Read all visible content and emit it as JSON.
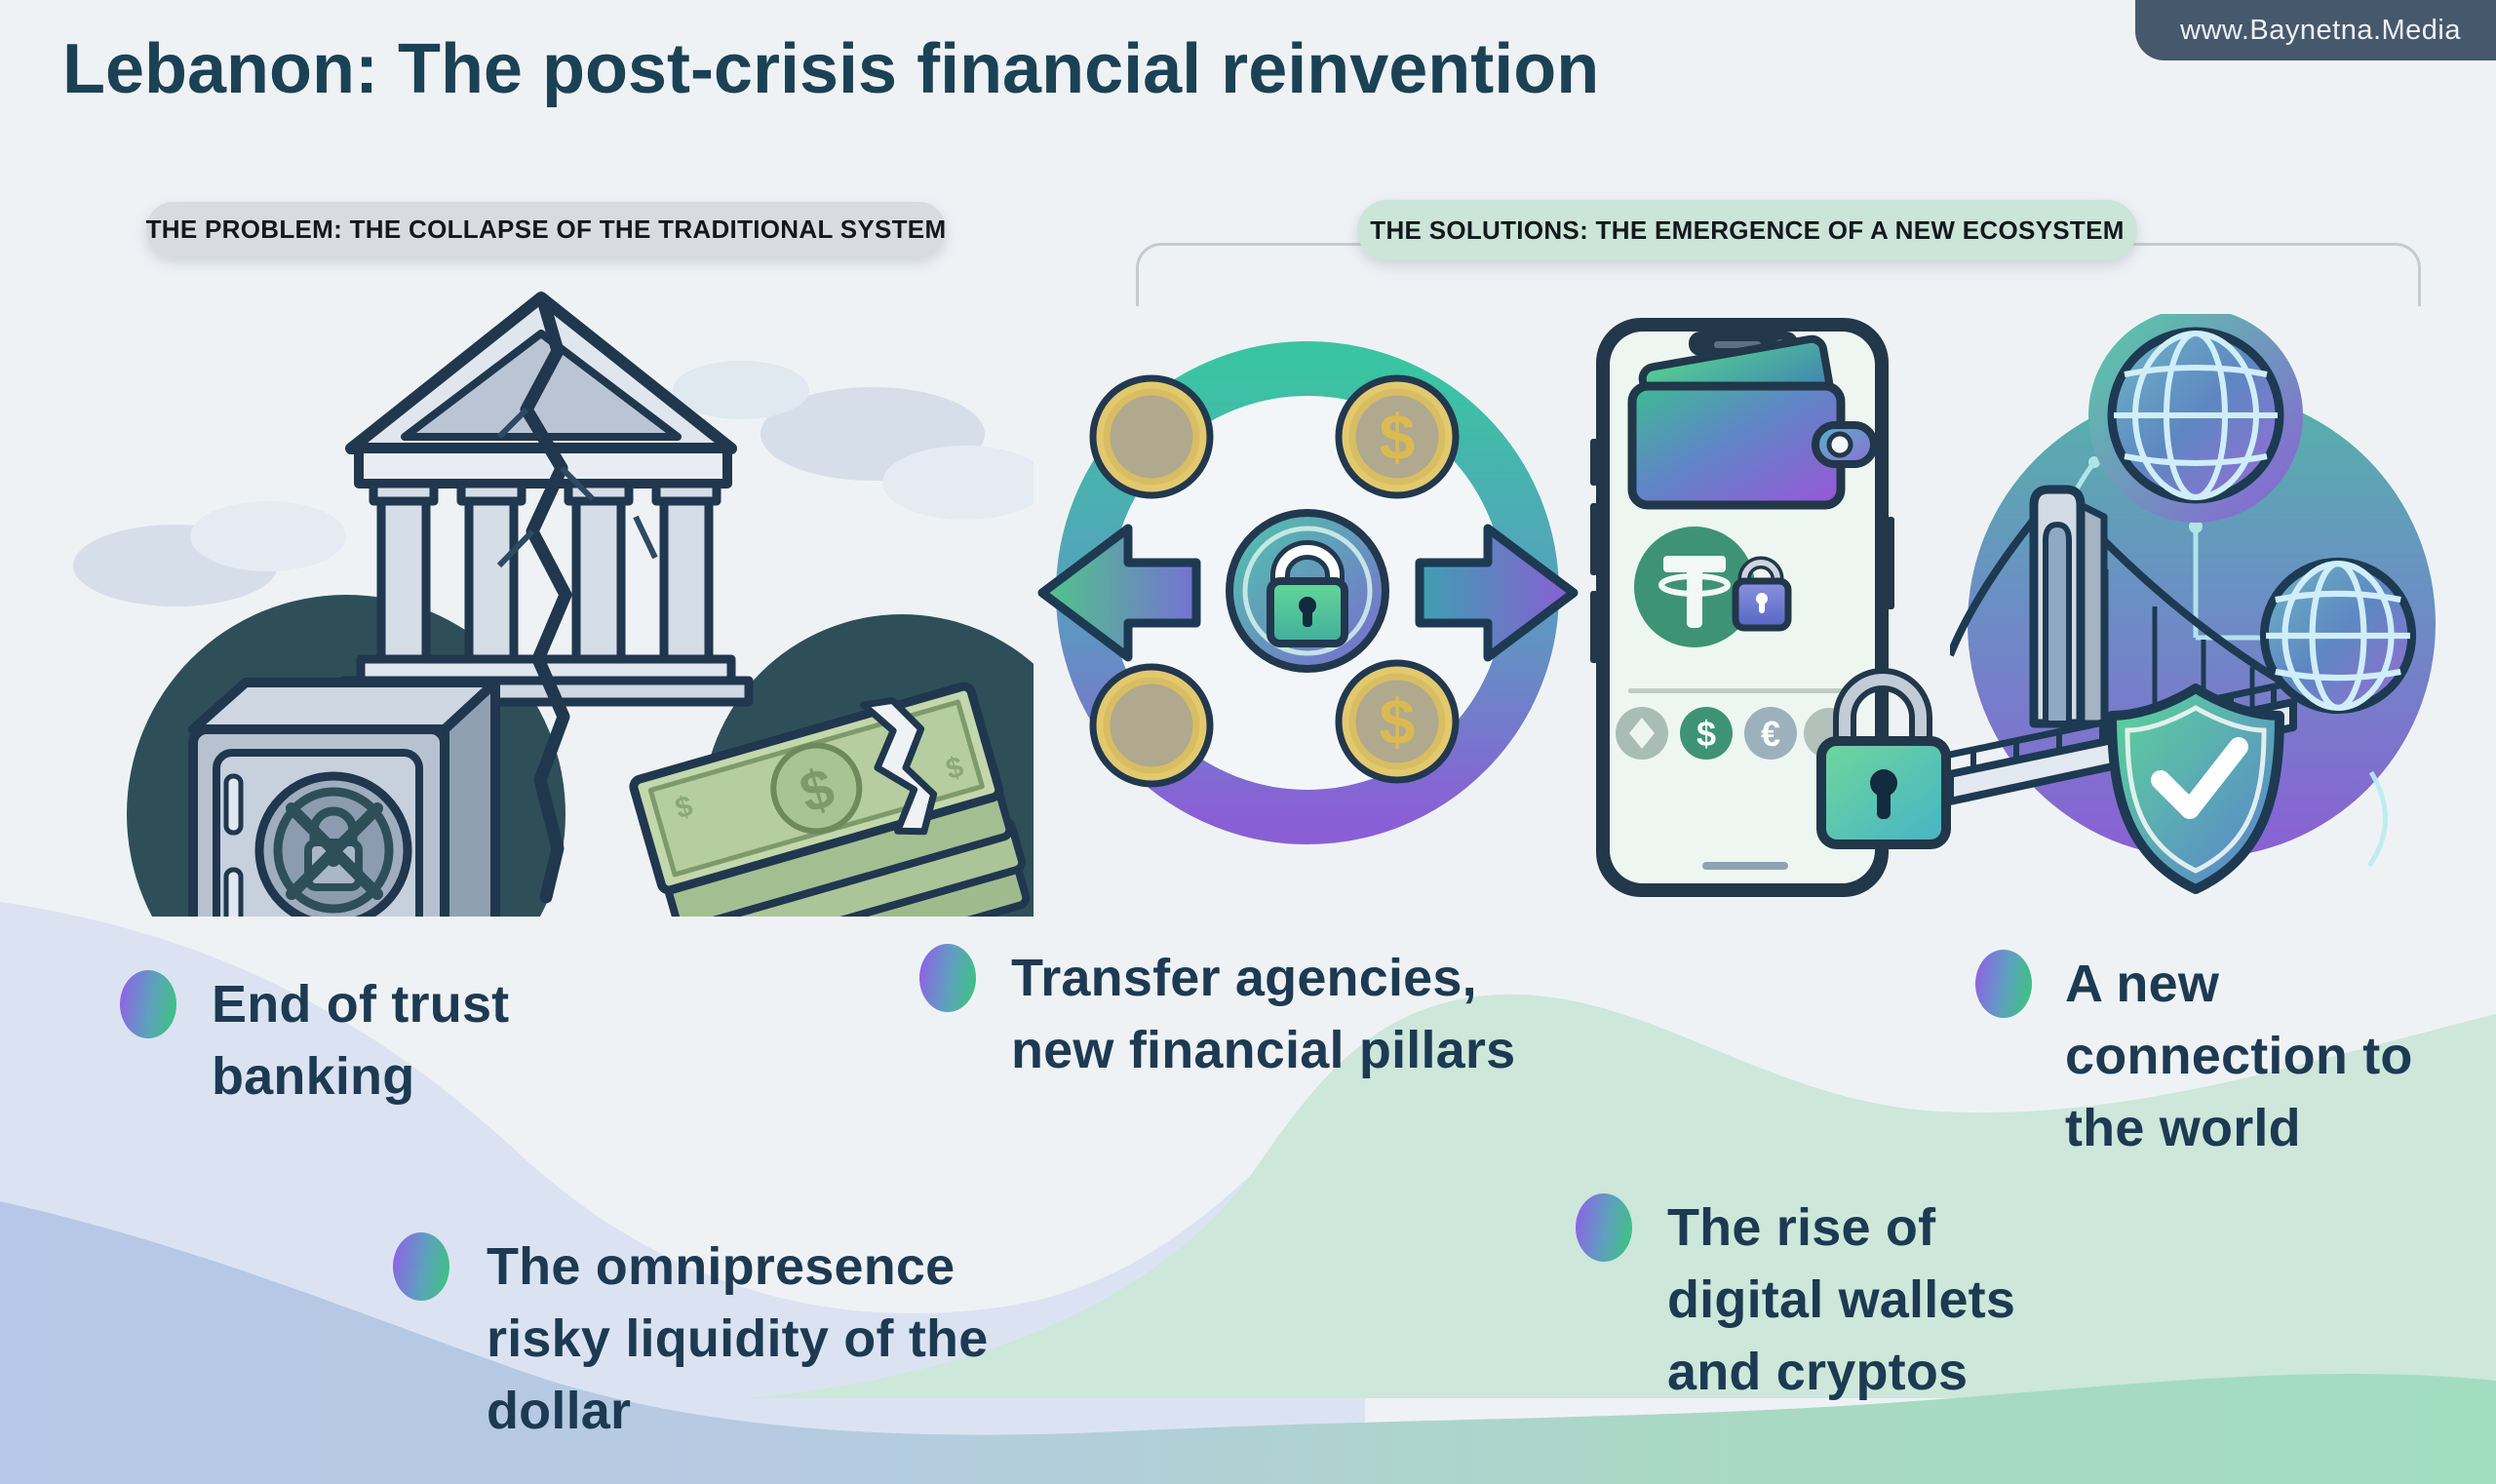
{
  "page": {
    "title": "Lebanon: The post-crisis financial reinvention",
    "watermark": "www.Baynetna.Media"
  },
  "sections": {
    "problem": {
      "header": "THE PROBLEM: THE COLLAPSE OF THE TRADITIONAL SYSTEM"
    },
    "solutions": {
      "header": "THE SOLUTIONS: THE EMERGENCE OF A NEW ECOSYSTEM"
    }
  },
  "bullets": {
    "trust": {
      "text": "End of trust\nbanking"
    },
    "dollar": {
      "text": "The omnipresence\nrisky liquidity of the\ndollar"
    },
    "transfer": {
      "text": "Transfer agencies,\nnew financial pillars"
    },
    "wallets": {
      "text": "The rise of\ndigital wallets\nand cryptos"
    },
    "connection": {
      "text": "A new\nconnection to\nthe world"
    }
  },
  "symbols": {
    "dollar": "$",
    "euro": "€"
  },
  "colors": {
    "title_text": "#1b4154",
    "body_text": "#1d3a52",
    "badge_bg": "#46586c",
    "problem_pill_bg": "#d8dbe0",
    "solutions_pill_bg": "#cbe5d9",
    "accent_purple": "#8b66e2",
    "accent_green": "#3fc184",
    "wave_lavender": "#b7c7e7",
    "wave_mint": "#a2ddc0",
    "dark_teal_blob": "#2e4f58"
  }
}
